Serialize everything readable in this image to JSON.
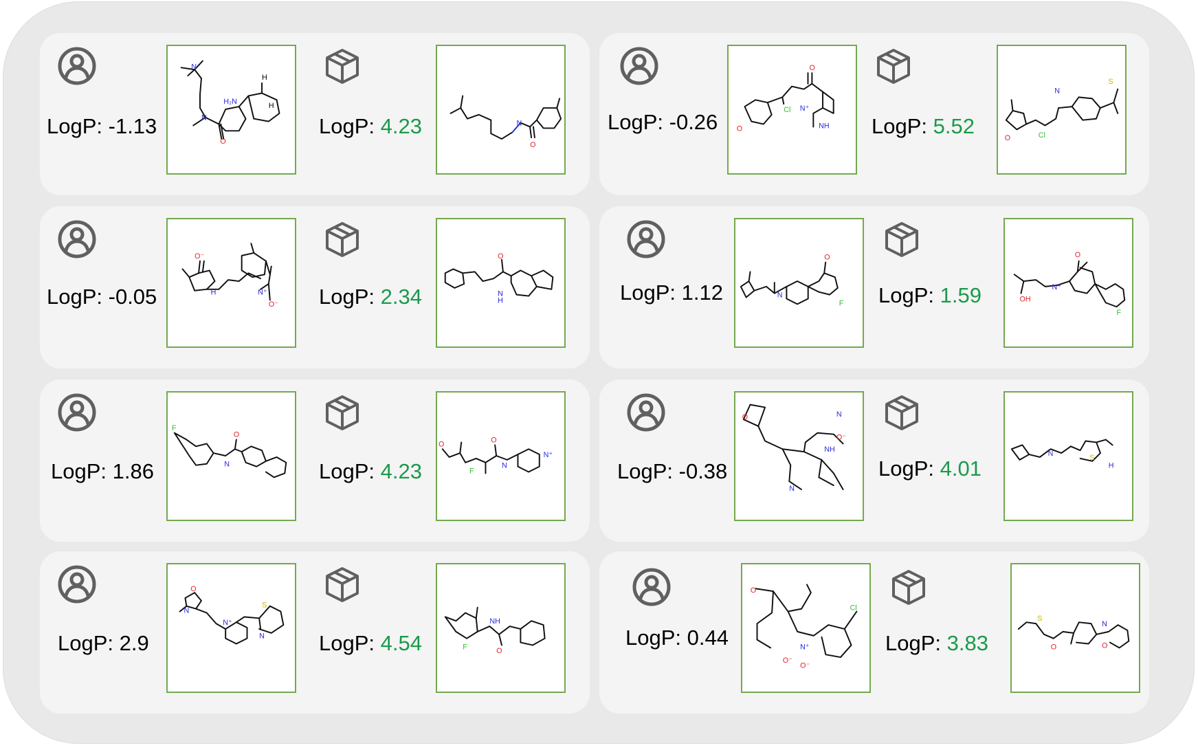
{
  "label_prefix": "LogP: ",
  "colors": {
    "frame_border": "#73a94e",
    "generated_value": "#1a9a4a",
    "icon": "#606060"
  },
  "icons": {
    "input": "user-circle-icon",
    "output": "cube-icon"
  },
  "pairs": [
    {
      "input": {
        "logp": "-1.13"
      },
      "output": {
        "logp": "4.23"
      }
    },
    {
      "input": {
        "logp": "-0.26"
      },
      "output": {
        "logp": "5.52"
      }
    },
    {
      "input": {
        "logp": "-0.05"
      },
      "output": {
        "logp": "2.34"
      }
    },
    {
      "input": {
        "logp": "1.12"
      },
      "output": {
        "logp": "1.59"
      }
    },
    {
      "input": {
        "logp": "1.86"
      },
      "output": {
        "logp": "4.23"
      }
    },
    {
      "input": {
        "logp": "-0.38"
      },
      "output": {
        "logp": "4.01"
      }
    },
    {
      "input": {
        "logp": "2.9"
      },
      "output": {
        "logp": "4.54"
      }
    },
    {
      "input": {
        "logp": "0.44"
      },
      "output": {
        "logp": "3.83"
      }
    }
  ]
}
